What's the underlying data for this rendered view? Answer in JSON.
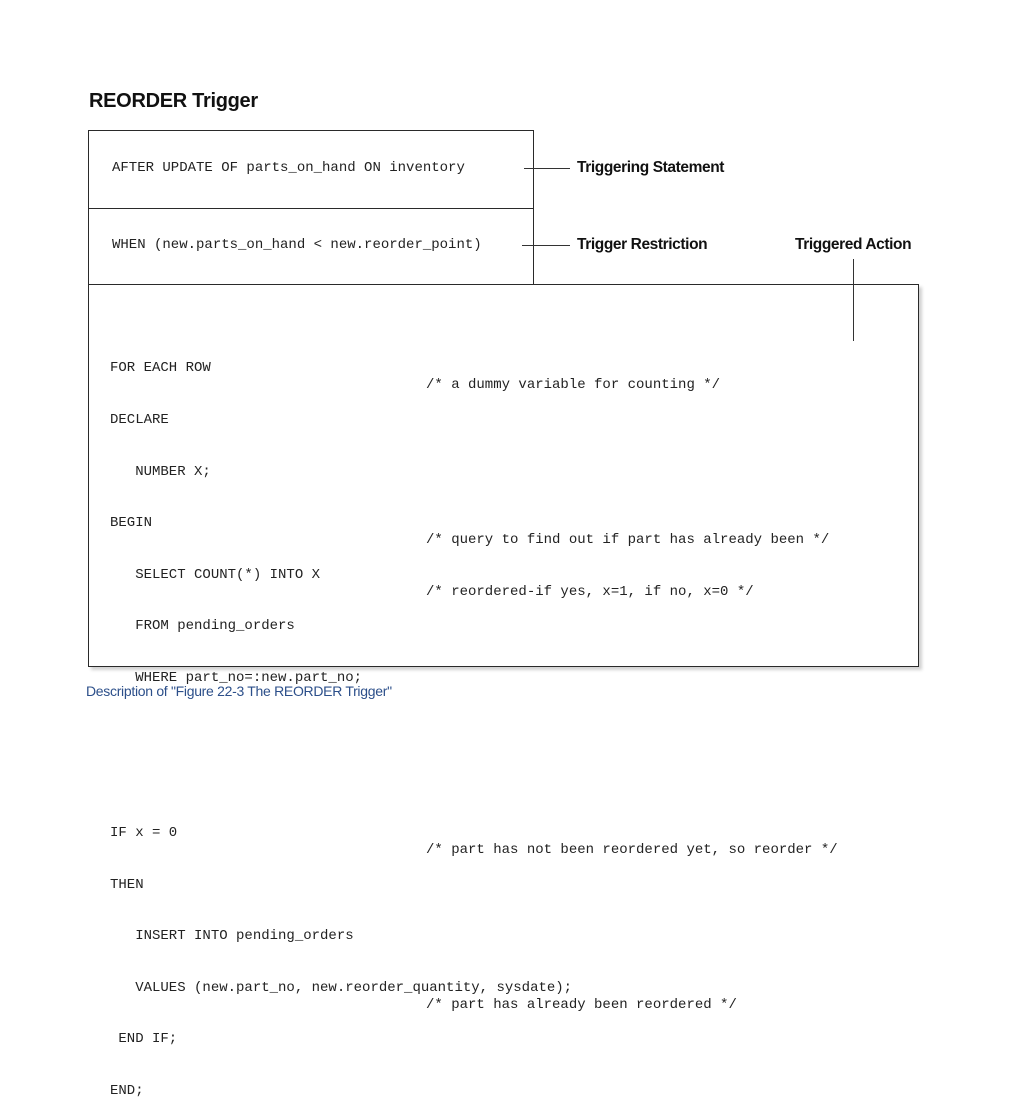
{
  "figure": {
    "title": "REORDER Trigger",
    "caption": "Description of \"Figure 22-3 The REORDER Trigger\""
  },
  "statement": {
    "code": "AFTER UPDATE OF parts_on_hand ON inventory",
    "label": "Triggering Statement"
  },
  "restriction": {
    "code": "WHEN (new.parts_on_hand < new.reorder_point)",
    "label": "Trigger Restriction"
  },
  "action": {
    "label": "Triggered Action",
    "code_lines": [
      "FOR EACH ROW",
      "DECLARE",
      "   NUMBER X;",
      "BEGIN",
      "   SELECT COUNT(*) INTO X",
      "   FROM pending_orders",
      "   WHERE part_no=:new.part_no;",
      "",
      "",
      "IF x = 0",
      "THEN",
      "   INSERT INTO pending_orders",
      "   VALUES (new.part_no, new.reorder_quantity, sysdate);",
      " END IF;",
      "END;"
    ],
    "comment_lines": [
      "/* a dummy variable for counting */",
      "",
      "",
      "/* query to find out if part has already been */",
      "/* reordered-if yes, x=1, if no, x=0 */",
      "",
      "",
      "",
      "",
      "/* part has not been reordered yet, so reorder */",
      "",
      "",
      "/* part has already been reordered */"
    ]
  }
}
